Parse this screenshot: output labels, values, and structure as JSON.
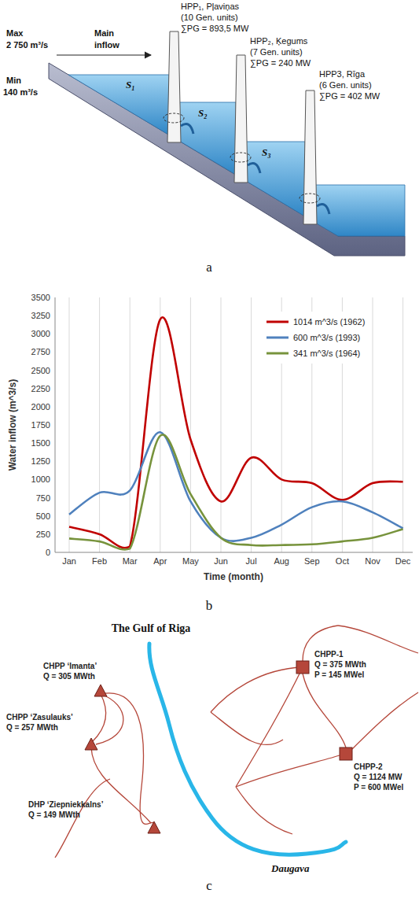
{
  "diagram": {
    "nodes": [
      {
        "text": [
          "CHPP ‘Imanta’",
          "Q = 305 MWth"
        ]
      },
      {
        "text": [
          "CHPP ‘Zasulauks’",
          "Q = 257 MWth"
        ]
      },
      {
        "text": [
          "DHP ‘Ziepniekkalns’",
          "Q = 149 MWth"
        ]
      },
      {
        "text": [
          "CHPP-1",
          "Q = 375 MWth",
          "P = 145 MWel"
        ]
      },
      {
        "text": [
          "CHPP-2",
          "Q = 1124 MW",
          "P = 600 MWel"
        ]
      }
    ],
    "labels": [
      "HPP₁, Pļaviņas",
      "(10 Gen. units)",
      "∑PG = 893,5 MW",
      "HPP₂, Ķegums",
      "(7 Gen. units)",
      "∑PG = 240 MW",
      "HPP3, Rīga",
      "(6 Gen. units)",
      "∑PG = 402 MW",
      "Max",
      "2 750 m³/s",
      "Main",
      "inflow",
      "Min",
      "140 m³/s",
      "S₁",
      "S₂",
      "S₃",
      "a",
      "Water inflow (m^3/s)",
      "0",
      "250",
      "500",
      "750",
      "1000",
      "1250",
      "1500",
      "1750",
      "2000",
      "2250",
      "2500",
      "2750",
      "3000",
      "3250",
      "3500",
      "Jan",
      "Feb",
      "Mar",
      "Apr",
      "May",
      "Jun",
      "Jul",
      "Aug",
      "Sep",
      "Oct",
      "Nov",
      "Dec",
      "Time (month)",
      "b",
      "The Gulf of Riga",
      "Daugava",
      "c"
    ],
    "legend": [
      {
        "text": "1014 m^3/s (1962)",
        "color": "#c00000"
      },
      {
        "text": "600 m^3/s (1993)",
        "color": "#4f81bd"
      },
      {
        "text": "341 m^3/s (1964)",
        "color": "#77933c"
      }
    ]
  }
}
